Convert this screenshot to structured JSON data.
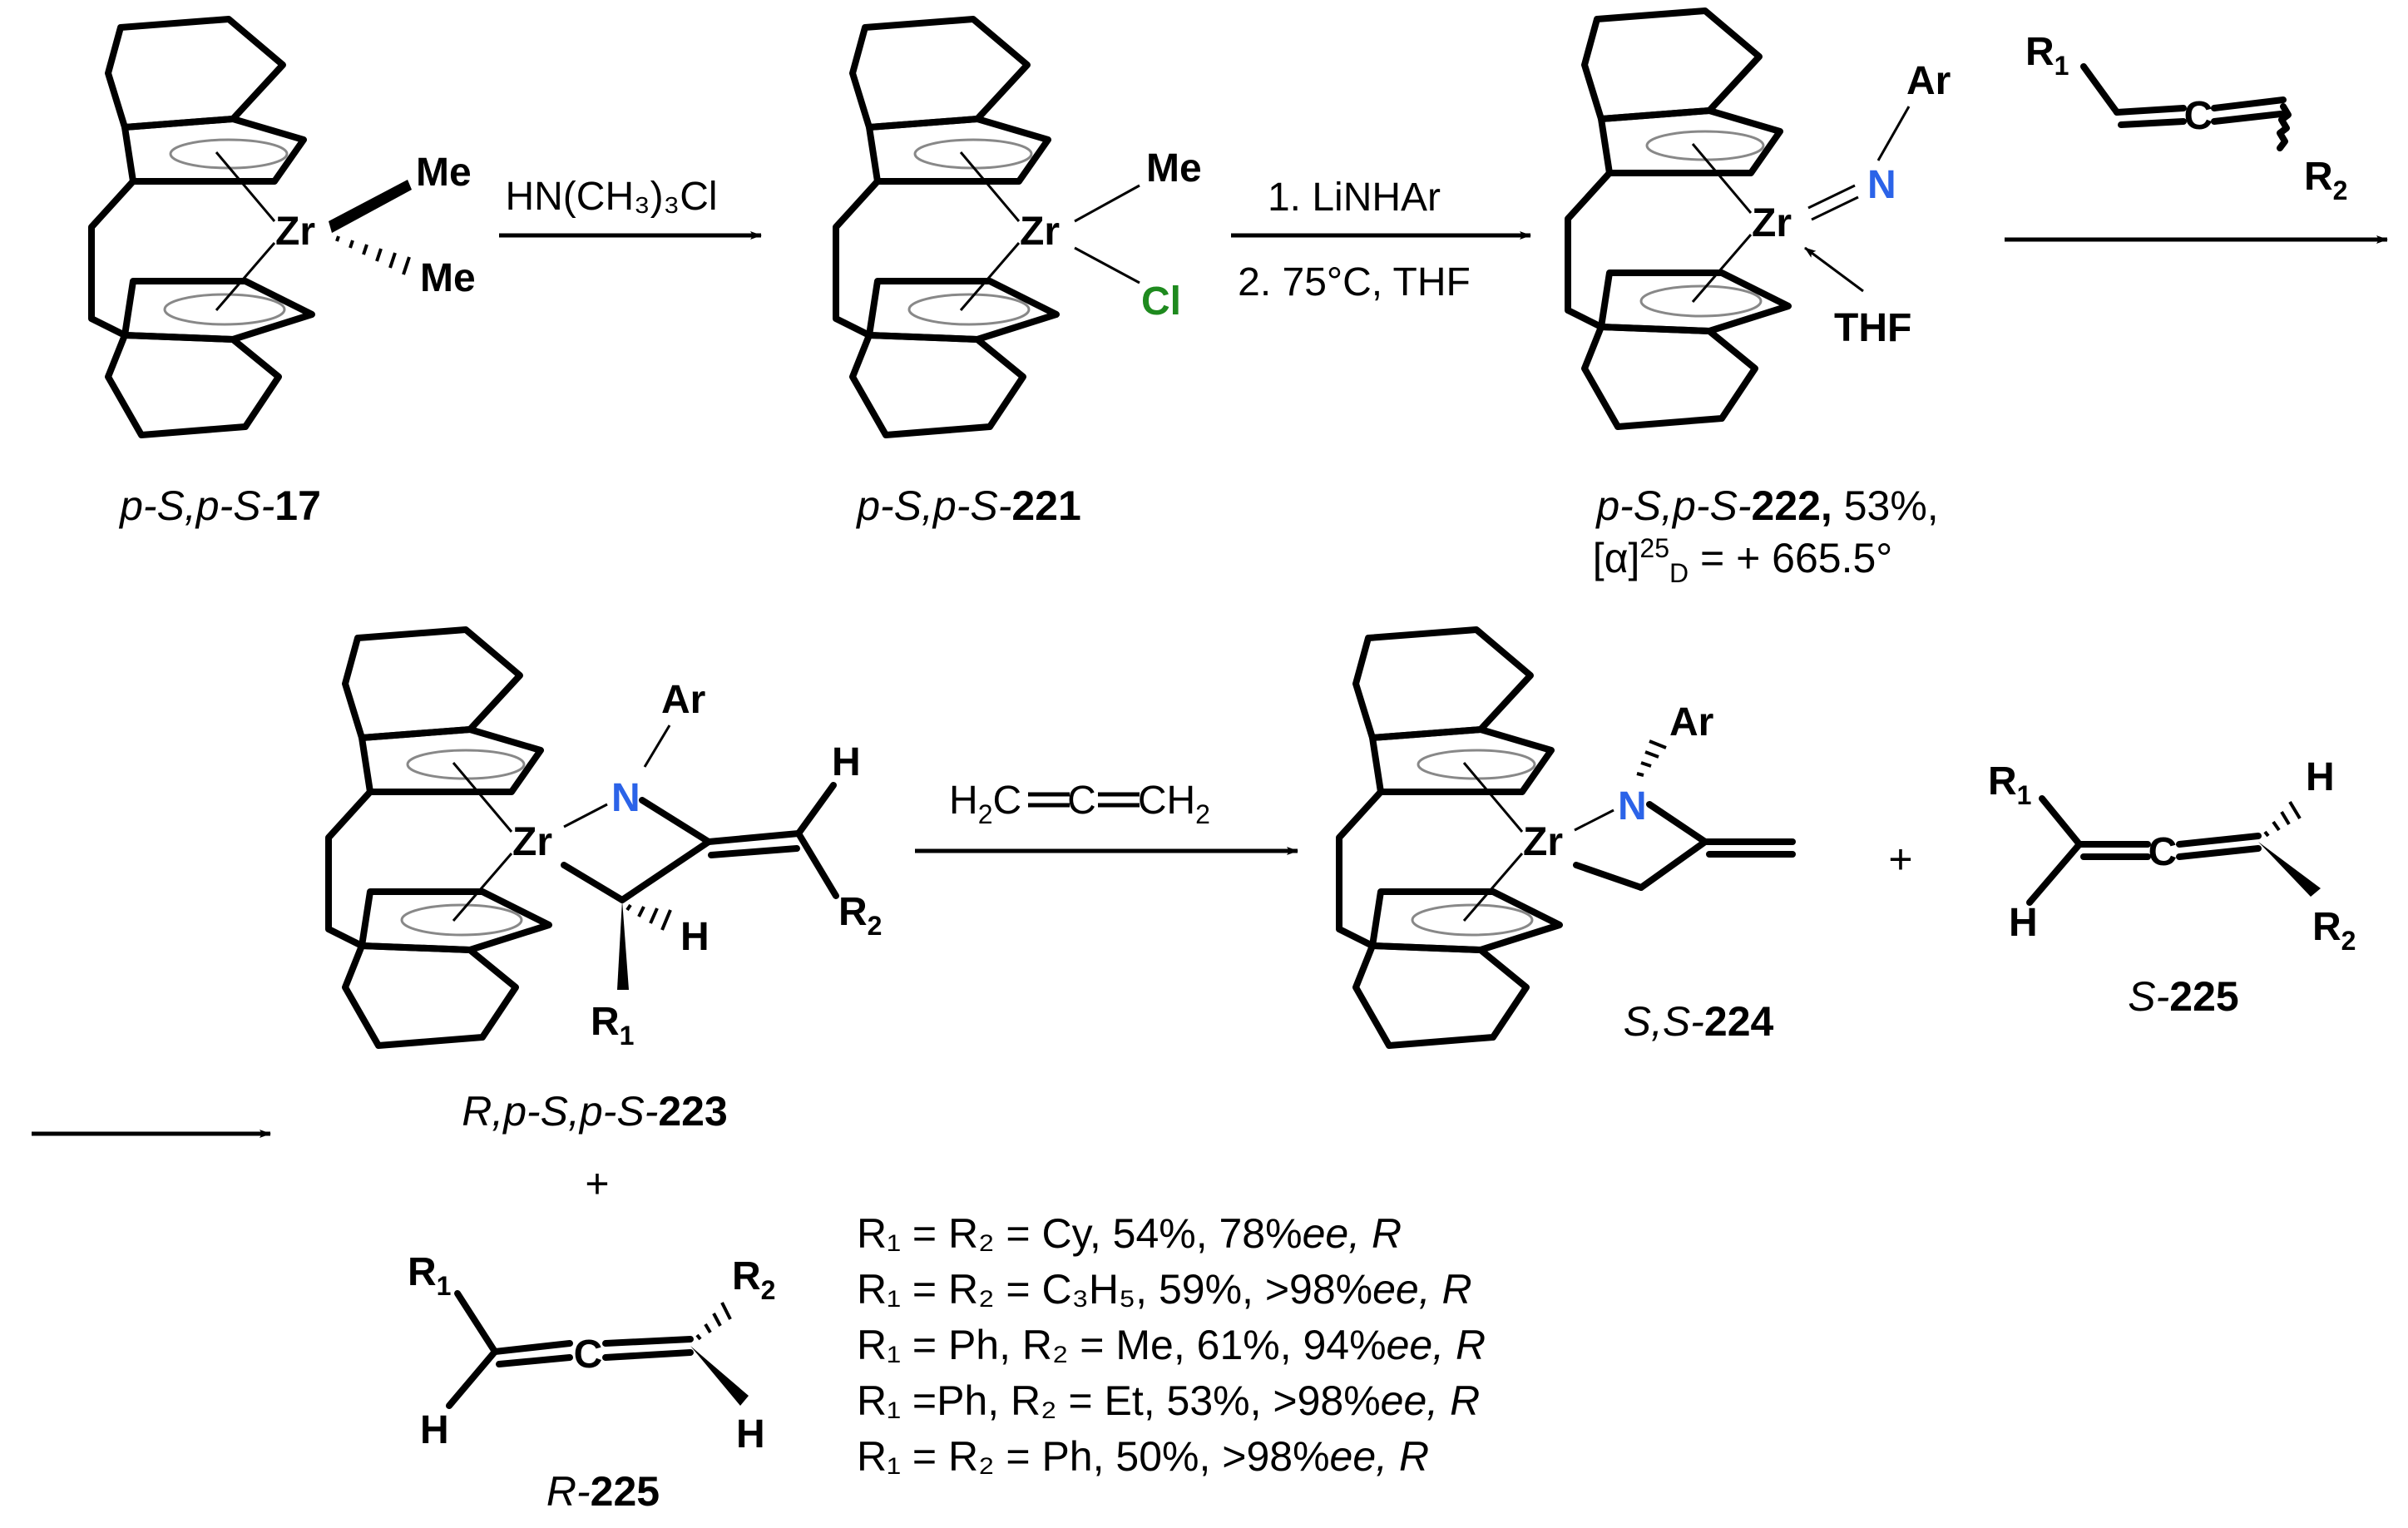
{
  "colors": {
    "nitrogen": "#2b63e8",
    "chlorine": "#1e8a1e",
    "bond": "#000000"
  },
  "atoms": {
    "zr": "Zr",
    "me": "Me",
    "cl": "Cl",
    "n": "N",
    "ar": "Ar",
    "thf": "THF",
    "h": "H",
    "c": "C",
    "r": "R",
    "sub1": "1",
    "sub2": "2"
  },
  "reagents": {
    "step1": "HN(CH₃)₃Cl",
    "step2_line1": "1. LiNHAr",
    "step2_line2": "2. 75°C, THF",
    "propadiene": "H₂C═C═CH₂",
    "propadiene_parts": [
      "H",
      "2",
      "C",
      "C",
      "CH",
      "2"
    ]
  },
  "compounds": {
    "c17": {
      "italic": "p-S,p-S-",
      "bold": "17"
    },
    "c221": {
      "italic": "p-S,p-S-",
      "bold": "221"
    },
    "c222": {
      "italic": "p-S,p-S-",
      "bold": "222,",
      "rest": " 53%,"
    },
    "rotation": {
      "pre": "[α]",
      "sup": "25",
      "sub": "D",
      "post": " = + 665.5°"
    },
    "c223": {
      "italic": "R,p-S,p-S-",
      "bold": "223"
    },
    "c224": {
      "italic": "S,S-",
      "bold": "224"
    },
    "s225": {
      "italic": "S-",
      "bold": "225"
    },
    "r225": {
      "italic": "R-",
      "bold": "225"
    }
  },
  "plus": "+",
  "results": [
    {
      "pre": "R₁ = R₂ = Cy, 54%, 78%",
      "ee": "ee,",
      "cfg": " R"
    },
    {
      "pre": "R₁ = R₂ = C₃H₅, 59%, >98%",
      "ee": "ee,",
      "cfg": " R"
    },
    {
      "pre": "R₁ = Ph, R₂ = Me, 61%, 94%",
      "ee": "ee,",
      "cfg": " R"
    },
    {
      "pre": "R₁ =Ph, R₂ = Et, 53%, >98%",
      "ee": "ee,",
      "cfg": " R"
    },
    {
      "pre": "R₁ = R₂ = Ph, 50%, >98%",
      "ee": "ee,",
      "cfg": " R"
    }
  ]
}
